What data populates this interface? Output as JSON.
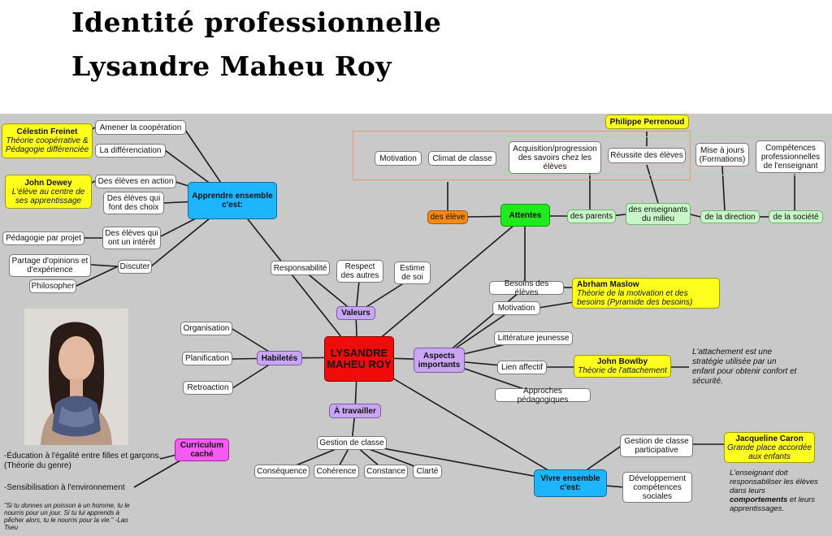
{
  "title": {
    "line1": "Identité professionnelle",
    "line2": "Lysandre Maheu Roy"
  },
  "center": "LYSANDRE MAHEU ROY",
  "apprendre": {
    "hub": "Apprendre ensemble c'est:",
    "cooperation": "Amener la coopération",
    "differenciation": "La différenciation",
    "eleves_action": "Des élèves en action",
    "eleves_choix": "Des élèves qui font des choix",
    "eleves_interet": "Des élèves qui ont un intérêt",
    "pedagogie_projet": "Pédagogie par projet",
    "discuter": "Discuter",
    "partage": "Partage d'opinions et d'expérience",
    "philosopher": "Philosopher",
    "freinet": {
      "name": "Célestin Freinet",
      "desc": "Théorie coopérrative & Pédagogie différenciée"
    },
    "dewey": {
      "name": "John Dewey",
      "desc": "L'élève au centre de ses apprentissage"
    }
  },
  "valeurs": {
    "hub": "Valeurs",
    "responsabilite": "Responsabilité",
    "respect": "Respect des autres",
    "estime": "Estime de soi"
  },
  "habiletes": {
    "hub": "Habiletés",
    "organisation": "Organisation",
    "planification": "Planification",
    "retroaction": "Retroaction"
  },
  "travailler": {
    "hub": "À travailler",
    "gestion": "Gestion de classe",
    "consequence": "Conséquence",
    "coherence": "Cohérence",
    "constance": "Constance",
    "clarte": "Clarté"
  },
  "curriculum": {
    "hub": "Curriculum caché",
    "egalite": "-Éducation à l'égalité entre filles et garçons. (Théorie du genre)",
    "environnement": "-Sensibilisation à l'environnement",
    "quote": "\"Si tu donnes un poisson à un homme, tu le nourris pour un jour. Si tu lui apprends à pêcher alors, tu le nourris pour la vie.\"  -Lao Tseu"
  },
  "vivre": {
    "hub": "Vivre ensemble c'est:",
    "gestion_participative": "Gestion de classe participative",
    "developpement": "Développement compétences sociales",
    "caron": {
      "name": "Jacqueline Caron",
      "desc": "Grande place accordée aux enfants"
    },
    "note_pre": "L'enseignant doit responsabiliser les élèves dans leurs",
    "note_bold": "comportements",
    "note_post": "et leurs apprentissages."
  },
  "aspects": {
    "hub": "Aspects importants",
    "besoins": "Besoins des élèves",
    "motivation": "Motivation",
    "litterature": "Littérature jeunesse",
    "lien": "Lien affectif",
    "approches": "Approches pédagogiques",
    "maslow": {
      "name": "Abrham Maslow",
      "desc": "Théorie de la motivation et des besoins (Pyramide des besoins)"
    },
    "bowlby": {
      "name": "John Bowlby",
      "desc": "Théorie de l'attachement"
    },
    "note": "L'attachement est une stratégie utilisée par un enfant pour obtenir confort et sécurité."
  },
  "attentes": {
    "hub": "Attentes",
    "eleve": "des élève",
    "parents": "des parents",
    "enseignants": "des enseignants du milieu",
    "direction": "de la direction",
    "societe": "de la société",
    "motivation": "Motivation",
    "climat": "Climat de classe",
    "acquisition": "Acquisition/progression des savoirs chez les élèves",
    "reussite": "Réussite des élèves",
    "perrenoud": "Philippe Perrenoud",
    "mise_jour": "Mise à jours (Formations)",
    "competences": "Compétences professionnelles de l'enseignant"
  },
  "colors": {
    "center": "#f20b0b",
    "hub_purple": "#c9a6f2",
    "hub_blue": "#1eb5ff",
    "hub_green": "#1eea1e",
    "note_yellow": "#ffff1e",
    "eleve_orange": "#f5890f",
    "curriculum_magenta": "#f55bf0"
  }
}
